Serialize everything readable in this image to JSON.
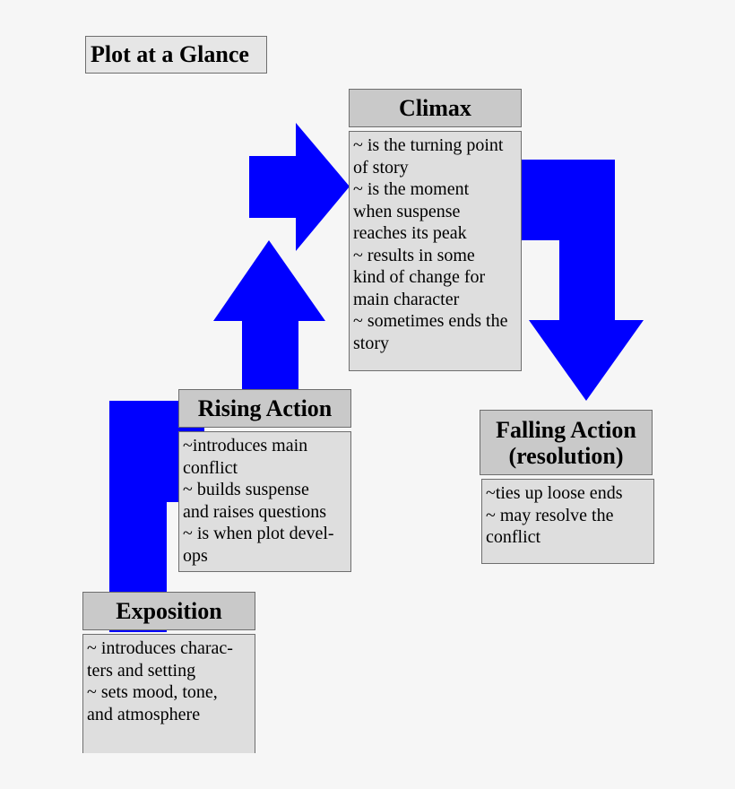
{
  "title": "Plot at a Glance",
  "colors": {
    "arrow": "#0000ff",
    "header_fill": "#c9c9c9",
    "body_fill": "#dedede",
    "title_fill": "#e6e6e6",
    "border": "#6e6e6e",
    "background": "#f6f6f6"
  },
  "climax": {
    "heading": "Climax",
    "lines": [
      "~ is the turning point",
      "of story",
      "~ is the moment",
      "when suspense",
      "reaches its peak",
      "~ results in some",
      "kind of change for",
      "main character",
      "~ sometimes ends the",
      "story"
    ]
  },
  "rising_action": {
    "heading": "Rising Action",
    "lines": [
      "~introduces main",
      "conflict",
      "~ builds suspense",
      "and raises questions",
      "~ is when plot devel-",
      "ops"
    ]
  },
  "falling_action": {
    "heading_line1": "Falling Action",
    "heading_line2": "(resolution)",
    "lines": [
      "~ties up loose ends",
      "~ may resolve the",
      "conflict"
    ]
  },
  "exposition": {
    "heading": "Exposition",
    "lines": [
      "~ introduces charac-",
      "ters and setting",
      "~ sets mood, tone,",
      "and atmosphere"
    ]
  }
}
